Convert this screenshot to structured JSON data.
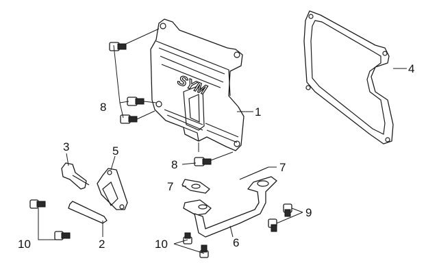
{
  "diagram": {
    "cover_brand": "SYM",
    "callouts": {
      "c1": "1",
      "c2": "2",
      "c3": "3",
      "c4": "4",
      "c5": "5",
      "c6": "6",
      "c7a": "7",
      "c7b": "7",
      "c8a": "8",
      "c8b": "8",
      "c9": "9",
      "c10a": "10",
      "c10b": "10"
    }
  }
}
